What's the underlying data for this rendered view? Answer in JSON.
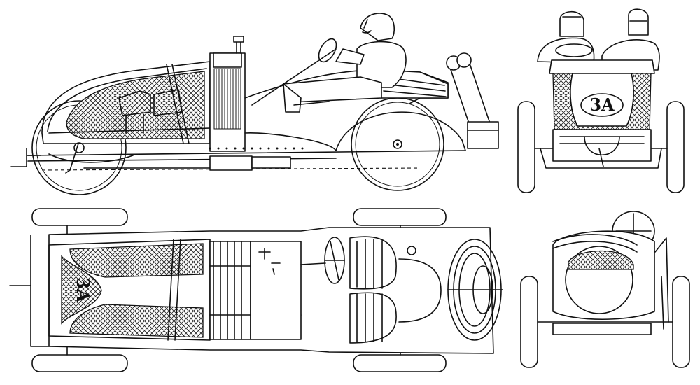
{
  "drawing": {
    "views": [
      {
        "id": "side-view",
        "race_number": ""
      },
      {
        "id": "front-view",
        "race_number": "3A"
      },
      {
        "id": "top-view",
        "race_number": "3A"
      },
      {
        "id": "rear-view",
        "race_number": ""
      }
    ]
  }
}
